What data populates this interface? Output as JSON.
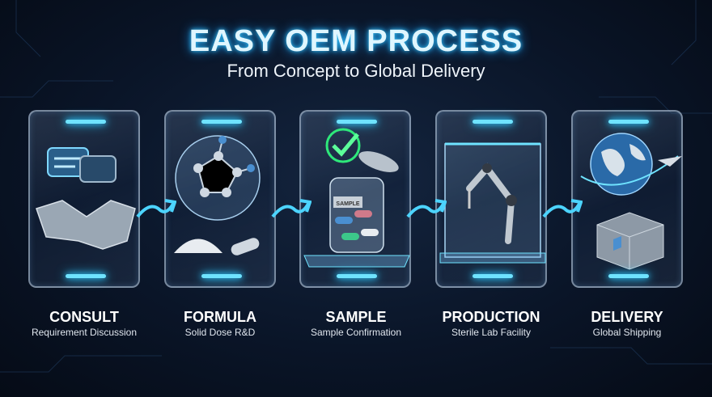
{
  "header": {
    "title": "EASY OEM PROCESS",
    "subtitle": "From Concept to Global Delivery"
  },
  "steps": [
    {
      "title": "CONSULT",
      "subtitle": "Requirement Discussion",
      "icon": "handshake-chat-icon"
    },
    {
      "title": "FORMULA",
      "subtitle": "Solid Dose R&D",
      "icon": "molecule-icon"
    },
    {
      "title": "SAMPLE",
      "subtitle": "Sample Confirmation",
      "icon": "sample-jar-icon",
      "jar_label": "SAMPLE"
    },
    {
      "title": "PRODUCTION",
      "subtitle": "Sterile Lab Facility",
      "icon": "robot-arm-icon"
    },
    {
      "title": "DELIVERY",
      "subtitle": "Global Shipping",
      "icon": "globe-plane-icon"
    }
  ],
  "colors": {
    "accent": "#2ec8ff",
    "check": "#2ee87a",
    "background": "#07101f"
  }
}
